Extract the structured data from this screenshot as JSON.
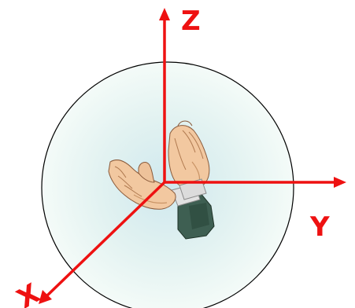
{
  "axes": {
    "z_label": "Z",
    "y_label": "Y",
    "x_label": "X"
  },
  "colors": {
    "axis": "#ee1111",
    "sphere_center": "#d2ebef",
    "sphere_edge": "#f2faf7",
    "sphere_outline": "#000000",
    "sleeve": "#3e5f52",
    "sleeve_shadow": "#2a463b",
    "skin": "#f2c8a0",
    "skin_shadow": "#c99466",
    "cuff": "#dcdcdc"
  },
  "icon": "clapping-hands-icon"
}
